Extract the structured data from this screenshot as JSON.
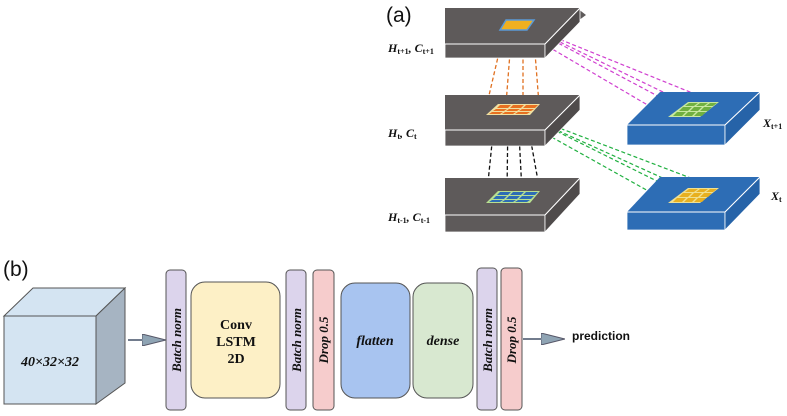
{
  "panel_a": {
    "label": "(a)",
    "hidden_states": [
      {
        "main": "H",
        "sub1": "t+1",
        "sep": ", ",
        "main2": "C",
        "sub2": "t+1",
        "kernel": "orange-solid"
      },
      {
        "main": "H",
        "sub1": "t",
        "sep": ", ",
        "main2": "C",
        "sub2": "t",
        "kernel": "orange-grid"
      },
      {
        "main": "H",
        "sub1": "t-1",
        "sep": ", ",
        "main2": "C",
        "sub2": "t-1",
        "kernel": "blue-grid"
      }
    ],
    "inputs": [
      {
        "main": "X",
        "sub": "t+1",
        "kernel": "green-grid"
      },
      {
        "main": "X",
        "sub": "t",
        "kernel": "yellow-grid"
      }
    ],
    "colors": {
      "plate_gray": "#5e5a5a",
      "plate_blue": "#2d6db5",
      "line_orange": "#e07020",
      "line_magenta": "#d040d0",
      "line_green": "#20b040",
      "line_black": "#111111"
    }
  },
  "panel_b": {
    "label": "(b)",
    "input": "40×32×32",
    "layers": [
      {
        "label": "Batch norm",
        "kind": "norm"
      },
      {
        "label": "Conv\nLSTM\n2D",
        "lines": [
          "Conv",
          "LSTM",
          "2D"
        ],
        "kind": "convlstm"
      },
      {
        "label": "Batch norm",
        "kind": "norm"
      },
      {
        "label": "Drop 0.5",
        "kind": "dropout"
      },
      {
        "label": "flatten",
        "kind": "flatten"
      },
      {
        "label": "dense",
        "kind": "dense"
      },
      {
        "label": "Batch norm",
        "kind": "norm"
      },
      {
        "label": "Drop 0.5",
        "kind": "dropout"
      }
    ],
    "output": "prediction",
    "colors": {
      "cube_front": "#d4e4f2",
      "cube_side": "#a6b4c2",
      "norm": "#dcd4ec",
      "convlstm": "#fdf0c6",
      "dropout": "#f6cccc",
      "flatten": "#a8c4f0",
      "dense": "#d8e8d0"
    }
  }
}
